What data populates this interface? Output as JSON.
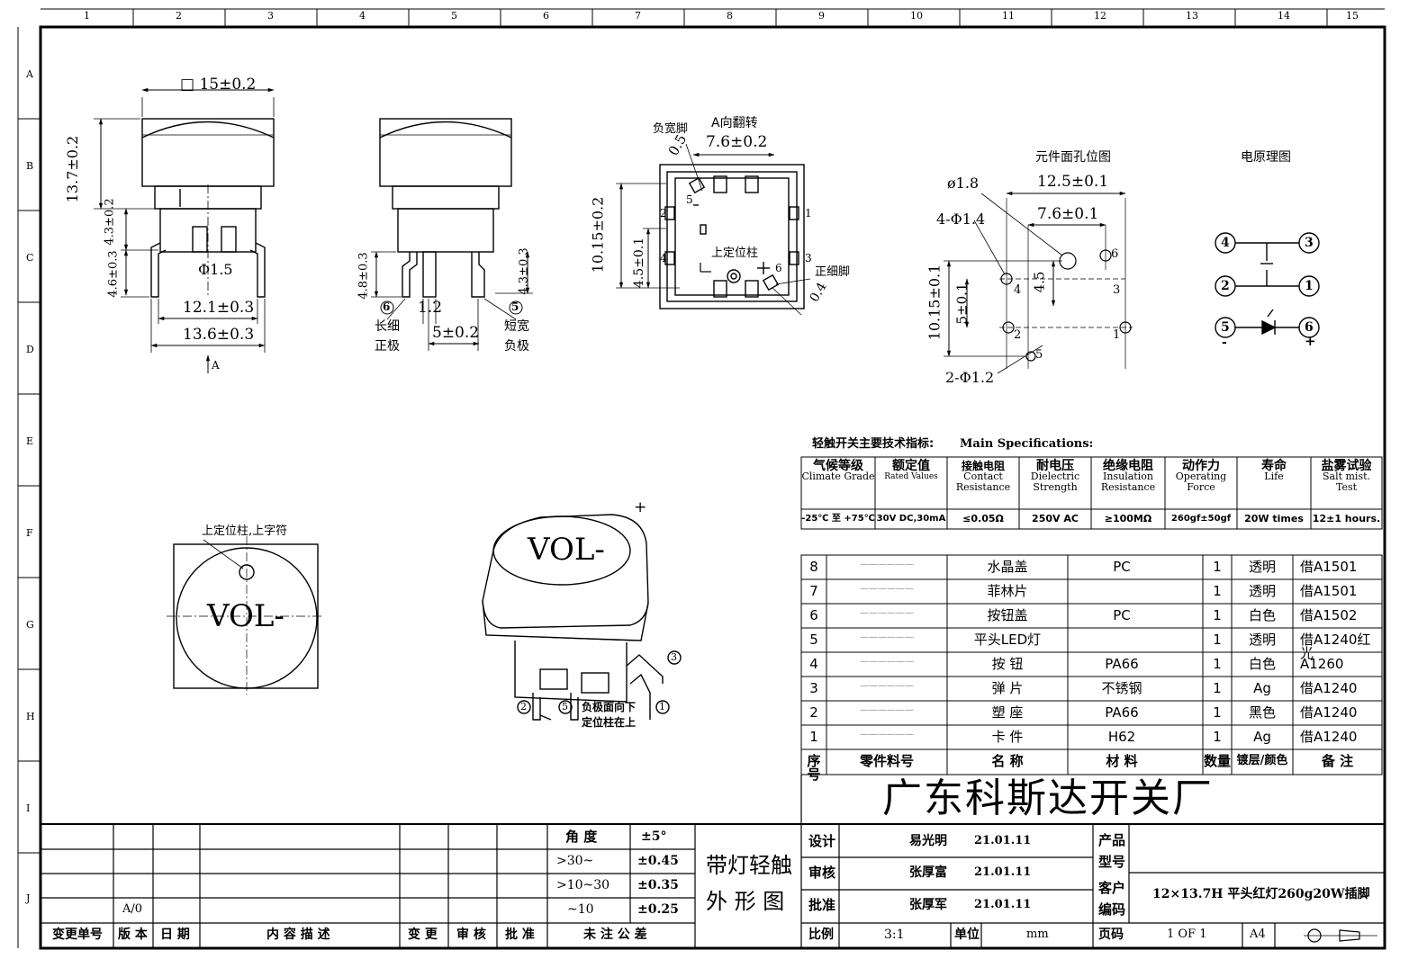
{
  "ruler": {
    "cols": [
      "1",
      "2",
      "3",
      "4",
      "5",
      "6",
      "7",
      "8",
      "9",
      "10",
      "11",
      "12",
      "13",
      "14",
      "15"
    ],
    "rows": [
      "A",
      "B",
      "C",
      "D",
      "E",
      "F",
      "G",
      "H",
      "I",
      "J"
    ]
  },
  "view_front": {
    "dim_width": "□ 15±0.2",
    "dim_height": "13.7±0.2",
    "dim_body": "4.3±0.2",
    "dim_pin": "4.6±0.3",
    "dim_hole": "Φ1.5",
    "dim_pitch_inner": "12.1±0.3",
    "dim_pitch_outer": "13.6±0.3",
    "view_arrow": "A"
  },
  "view_side": {
    "dim_pin_left": "4.8±0.3",
    "dim_pin_right": "4.3±0.3",
    "dim_pin_w": "1.2",
    "dim_pitch": "5±0.2",
    "pin6": "6",
    "pin5": "5",
    "pin6_desc_1": "长细",
    "pin6_desc_2": "正极",
    "pin5_desc_1": "短宽",
    "pin5_desc_2": "负极"
  },
  "view_bottom": {
    "title": "A向翻转",
    "neg_pin": "负宽脚",
    "dim_neg": "0.5",
    "dim_width": "7.6±0.2",
    "dim_height": "10.15±0.2",
    "dim_half": "4.5±0.1",
    "post_label": "上定位柱",
    "pos_pin": "正细脚",
    "dim_pos": "0.4",
    "pin_labels": [
      "2",
      "1",
      "4",
      "3",
      "6",
      "5"
    ],
    "minus": "−",
    "plus": "+"
  },
  "view_holes": {
    "title": "元件面孔位图",
    "d_center": "ø1.8",
    "dim_pitch_x": "12.5±0.1",
    "dim_inner_x": "7.6±0.1",
    "holes_4": "4-Φ1.4",
    "dim_45": "4.5",
    "dim_5": "5±0.1",
    "dim_total_y": "10.15±0.1",
    "holes_2": "2-Φ1.2",
    "pin_labels": [
      "6",
      "4",
      "3",
      "2",
      "1",
      "5"
    ]
  },
  "view_schematic": {
    "title": "电原理图",
    "pins": [
      "4",
      "3",
      "2",
      "1",
      "5",
      "6"
    ],
    "minus": "-",
    "plus": "+"
  },
  "view_top": {
    "post_label": "上定位柱,上字符",
    "text": "VOL-"
  },
  "view_iso": {
    "text": "VOL-",
    "plus": "+",
    "pins": [
      "3",
      "2",
      "5",
      "1"
    ],
    "note_1": "负极面向下",
    "note_2": "定位柱在上"
  },
  "specs": {
    "heading_cn": "轻触开关主要技术指标:",
    "heading_en": "Main Specifications:",
    "columns": [
      {
        "cn": "气候等级",
        "en": "Climate Grade",
        "value": "-25℃ 至 +75℃"
      },
      {
        "cn": "额定值",
        "en": "Rated Values",
        "value": "30V DC,30mA"
      },
      {
        "cn": "接触电阻",
        "en": "Contact Resistance",
        "value": "≤0.05Ω"
      },
      {
        "cn": "耐电压",
        "en": "Dielectric Strength",
        "value": "250V AC"
      },
      {
        "cn": "绝缘电阻",
        "en": "Insulation Resistance",
        "value": "≥100MΩ"
      },
      {
        "cn": "动作力",
        "en": "Operating Force",
        "value": "260gf±50gf"
      },
      {
        "cn": "寿命",
        "en": "Life",
        "value": "20W times"
      },
      {
        "cn": "盐雾试验",
        "en": "Salt mist. Test",
        "value": "12±1 hours."
      }
    ]
  },
  "bom": {
    "rows": [
      {
        "no": "8",
        "part": "——————",
        "name": "水晶盖",
        "material": "PC",
        "qty": "1",
        "color": "透明",
        "note": "借A1501"
      },
      {
        "no": "7",
        "part": "——————",
        "name": "菲林片",
        "material": "",
        "qty": "1",
        "color": "透明",
        "note": "借A1501"
      },
      {
        "no": "6",
        "part": "——————",
        "name": "按钮盖",
        "material": "PC",
        "qty": "1",
        "color": "白色",
        "note": "借A1502"
      },
      {
        "no": "5",
        "part": "——————",
        "name": "平头LED灯",
        "material": "",
        "qty": "1",
        "color": "透明",
        "note": "借A1240红光"
      },
      {
        "no": "4",
        "part": "——————",
        "name": "按 钮",
        "material": "PA66",
        "qty": "1",
        "color": "白色",
        "note": "A1260"
      },
      {
        "no": "3",
        "part": "——————",
        "name": "弹 片",
        "material": "不锈钢",
        "qty": "1",
        "color": "Ag",
        "note": "借A1240"
      },
      {
        "no": "2",
        "part": "——————",
        "name": "塑 座",
        "material": "PA66",
        "qty": "1",
        "color": "黑色",
        "note": "借A1240"
      },
      {
        "no": "1",
        "part": "——————",
        "name": "卡 件",
        "material": "H62",
        "qty": "1",
        "color": "Ag",
        "note": "借A1240"
      }
    ],
    "header": {
      "no": "序号",
      "part": "零件料号",
      "name": "名 称",
      "material": "材 料",
      "qty": "数量",
      "color": "镀层/颜色",
      "note": "备 注"
    }
  },
  "titleblock": {
    "company": "广东科斯达开关厂",
    "drawing_name_1": "带灯轻触",
    "drawing_name_2": "外 形 图",
    "design_label": "设计",
    "design_name": "易光明",
    "design_date": "21.01.11",
    "check_label": "审核",
    "check_name": "张厚富",
    "check_date": "21.01.11",
    "approve_label": "批准",
    "approve_name": "张厚军",
    "approve_date": "21.01.11",
    "product_label": "产品型号",
    "customer_label": "客户编码",
    "product_value": "12×13.7H 平头红灯260g20W插脚",
    "scale_label": "比例",
    "scale_value": "3:1",
    "unit_label": "单位",
    "unit_value": "mm",
    "page_label": "页码",
    "page_value": "1 OF 1",
    "size": "A4"
  },
  "tolerance": {
    "angle_label": "角 度",
    "angle_value": "±5°",
    "rows": [
      {
        "range": ">30~",
        "value": "±0.45"
      },
      {
        "range": ">10~30",
        "value": "±0.35"
      },
      {
        "range": "~10",
        "value": "±0.25"
      }
    ],
    "footer": "未 注 公 差"
  },
  "revision": {
    "version_value": "A/0",
    "headers": [
      "变更单号",
      "版 本",
      "日 期",
      "内 容 描 述",
      "变 更",
      "审 核",
      "批 准"
    ]
  }
}
